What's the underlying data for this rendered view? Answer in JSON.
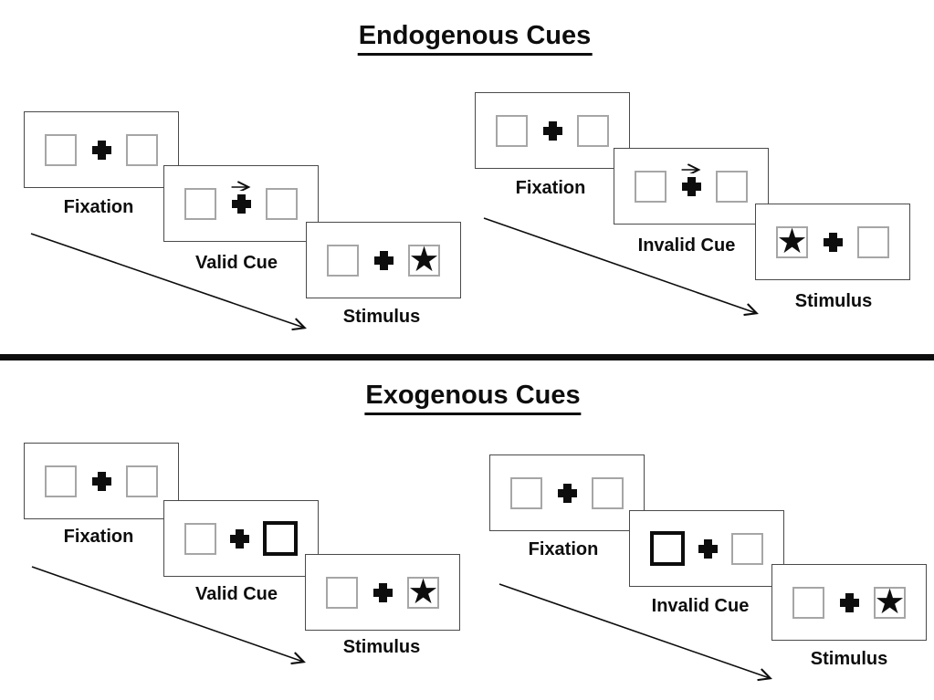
{
  "colors": {
    "background": "#ffffff",
    "panel_border": "#4a4a4a",
    "square_border": "#a6a6a6",
    "ink": "#0d0d0d"
  },
  "glyphs": {
    "star": "★"
  },
  "sections": [
    {
      "title": "Endogenous Cues",
      "groups": [
        {
          "name": "valid-trial",
          "panels": [
            {
              "label": "Fixation",
              "kind": "fixation"
            },
            {
              "label": "Valid Cue",
              "kind": "arrow-cue",
              "arrow_direction": "right"
            },
            {
              "label": "Stimulus",
              "kind": "stimulus",
              "star_side": "right"
            }
          ]
        },
        {
          "name": "invalid-trial",
          "panels": [
            {
              "label": "Fixation",
              "kind": "fixation"
            },
            {
              "label": "Invalid Cue",
              "kind": "arrow-cue",
              "arrow_direction": "right"
            },
            {
              "label": "Stimulus",
              "kind": "stimulus",
              "star_side": "left"
            }
          ]
        }
      ]
    },
    {
      "title": "Exogenous Cues",
      "groups": [
        {
          "name": "valid-trial",
          "panels": [
            {
              "label": "Fixation",
              "kind": "fixation"
            },
            {
              "label": "Valid Cue",
              "kind": "box-cue",
              "cue_side": "right"
            },
            {
              "label": "Stimulus",
              "kind": "stimulus",
              "star_side": "right"
            }
          ]
        },
        {
          "name": "invalid-trial",
          "panels": [
            {
              "label": "Fixation",
              "kind": "fixation"
            },
            {
              "label": "Invalid Cue",
              "kind": "box-cue",
              "cue_side": "left"
            },
            {
              "label": "Stimulus",
              "kind": "stimulus",
              "star_side": "right"
            }
          ]
        }
      ]
    }
  ]
}
